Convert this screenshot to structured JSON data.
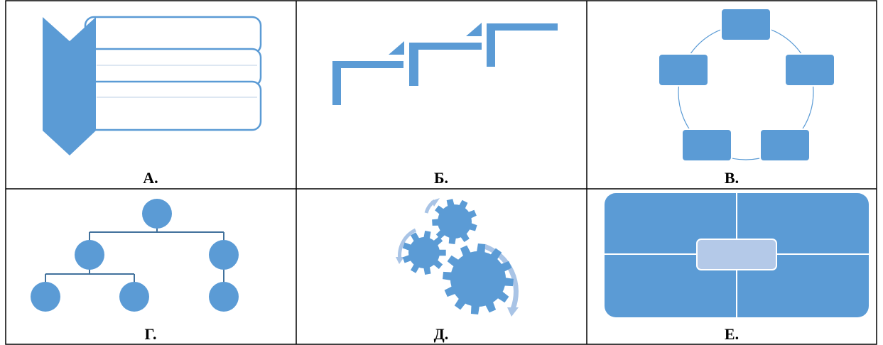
{
  "colors": {
    "fill": "#5b9bd5",
    "light_fill": "#b4c9e8",
    "arrow_light": "#a9c4e6",
    "border": "#000000",
    "white": "#ffffff"
  },
  "cells": [
    {
      "label": "А.",
      "diagram": "vertical-chevron-list"
    },
    {
      "label": "Б.",
      "diagram": "step-up-process"
    },
    {
      "label": "В.",
      "diagram": "basic-cycle"
    },
    {
      "label": "Г.",
      "diagram": "circle-hierarchy"
    },
    {
      "label": "Д.",
      "diagram": "gear"
    },
    {
      "label": "Е.",
      "diagram": "matrix-with-center"
    }
  ]
}
